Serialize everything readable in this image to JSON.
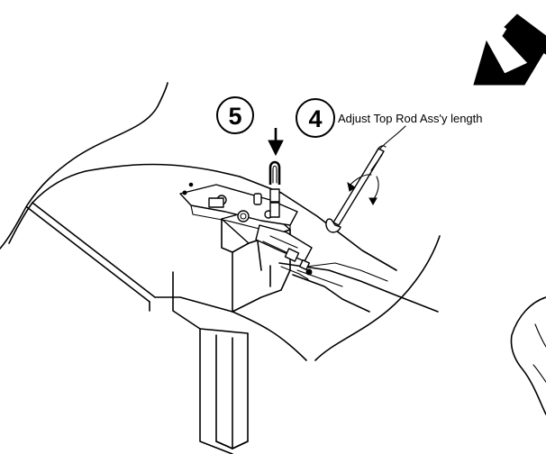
{
  "steps": [
    {
      "number": "5"
    },
    {
      "number": "4"
    }
  ],
  "callout": {
    "text": "Adjust Top Rod Ass'y length"
  },
  "icons": {
    "direction_arrow": "bold-arrow-down-left-icon",
    "insert_arrow": "arrow-down-icon",
    "wrench": "wrench-icon",
    "rotation": "rotate-arrows-icon"
  },
  "colors": {
    "line": "#000000",
    "background": "#ffffff"
  }
}
